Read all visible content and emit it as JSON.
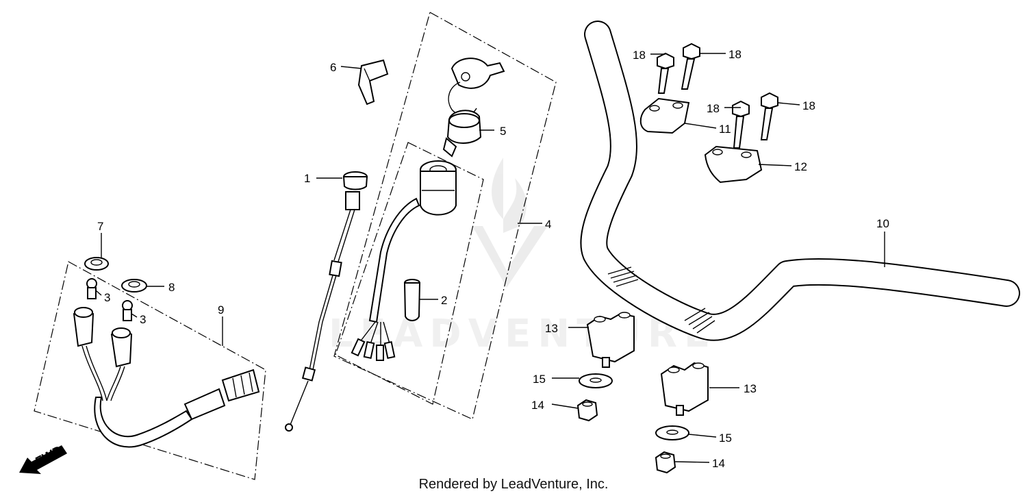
{
  "diagram": {
    "callouts": {
      "c1": "1",
      "c2": "2",
      "c3a": "3",
      "c3b": "3",
      "c4": "4",
      "c5": "5",
      "c6": "6",
      "c7": "7",
      "c8": "8",
      "c9": "9",
      "c10": "10",
      "c11": "11",
      "c12": "12",
      "c13a": "13",
      "c13b": "13",
      "c14a": "14",
      "c14b": "14",
      "c15a": "15",
      "c15b": "15",
      "c18a": "18",
      "c18b": "18",
      "c18c": "18",
      "c18d": "18"
    },
    "fwd_label": "FWD",
    "watermark_text": "LEADVENTURE",
    "footer": "Rendered by LeadVenture, Inc."
  }
}
